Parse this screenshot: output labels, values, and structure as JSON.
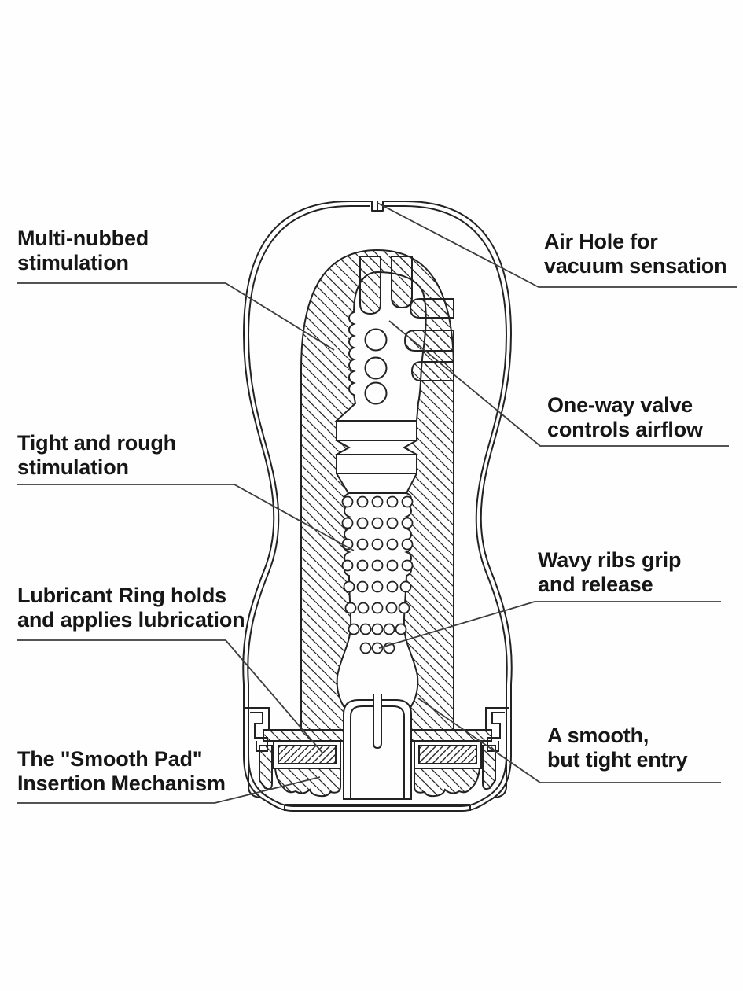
{
  "diagram": {
    "labels": {
      "multi_nubbed": {
        "line1": "Multi-nubbed",
        "line2": "stimulation"
      },
      "air_hole": {
        "line1": "Air Hole for",
        "line2": "vacuum sensation"
      },
      "one_way_valve": {
        "line1": "One-way valve",
        "line2": "controls airflow"
      },
      "tight_rough": {
        "line1": "Tight and rough",
        "line2": "stimulation"
      },
      "wavy_ribs": {
        "line1": "Wavy ribs grip",
        "line2": "and release"
      },
      "lubricant_ring": {
        "line1": "Lubricant Ring holds",
        "line2": "and applies lubrication"
      },
      "smooth_pad": {
        "line1": "The \"Smooth Pad\"",
        "line2": "Insertion Mechanism"
      },
      "entry": {
        "line1": "A smooth,",
        "line2": "but tight entry"
      }
    },
    "colors": {
      "ink": "#161616",
      "outline": "#222222",
      "hatch": "#2a2a2a",
      "leader": "#3d3d3d",
      "background": "#fefefe"
    }
  }
}
